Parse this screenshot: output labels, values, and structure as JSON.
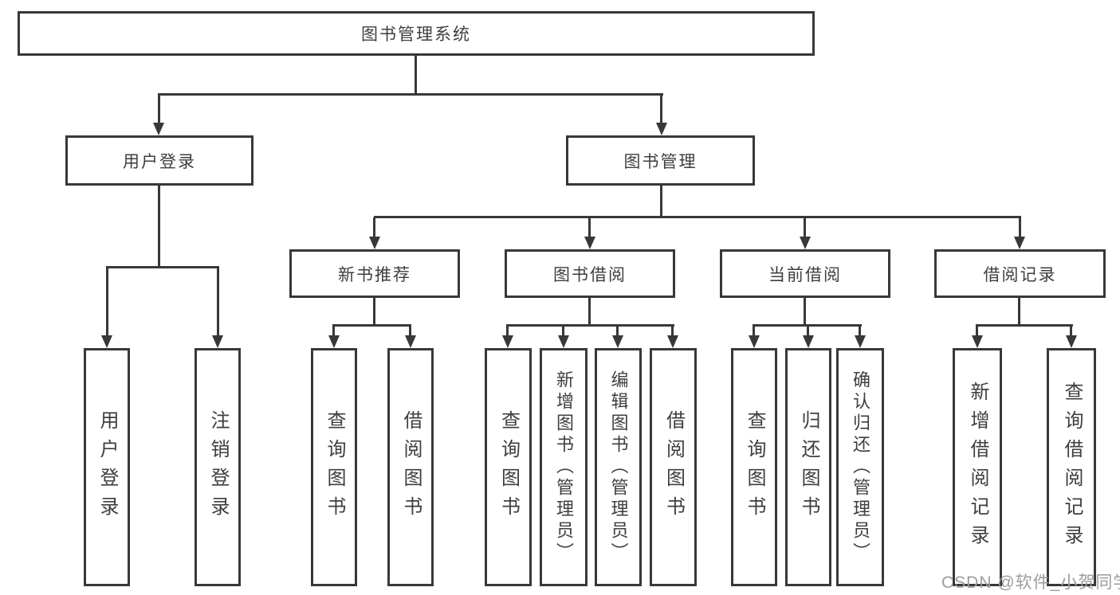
{
  "diagram": {
    "root": "图书管理系统",
    "branches": {
      "user_login": "用户登录",
      "book_management": "图书管理"
    },
    "modules": {
      "new_book_recommend": "新书推荐",
      "book_borrowing": "图书借阅",
      "current_borrowing": "当前借阅",
      "borrowing_records": "借阅记录"
    },
    "leaves": {
      "login": "用户登录",
      "logout": "注销登录",
      "recommend_query_books": "查询图书",
      "recommend_borrow_books": "借阅图书",
      "borrowing_query_books": "查询图书",
      "borrowing_add_books": "新增图书（管理员）",
      "borrowing_edit_books": "编辑图书（管理员）",
      "borrowing_borrow_books": "借阅图书",
      "current_query_books": "查询图书",
      "current_return_books": "归还图书",
      "current_confirm_return": "确认归还（管理员）",
      "records_add_record": "新增借阅记录",
      "records_query_record": "查询借阅记录"
    },
    "colors": {
      "line": "#383838",
      "text": "#3e3e3e",
      "watermark_text": "#9c9c9c",
      "background": "#ffffff"
    }
  },
  "watermark": "CSDN @软件_小贺同学"
}
